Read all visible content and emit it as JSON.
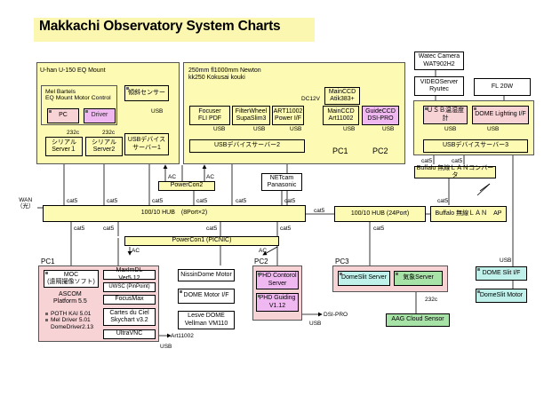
{
  "title": "Makkachi Observatory System Charts",
  "colors": {
    "yellow": "#fdfab4",
    "pink": "#f7d3d6",
    "magenta": "#f0b8f0",
    "cyan": "#bff0ea",
    "green": "#a7e3a7",
    "title_bar": "#fbf7b0"
  },
  "groups": {
    "mount": "U-han U-150 EQ Mount",
    "newton": "250mm fl1000mm Newton\nkk250 Kokusai kouki",
    "pc1": "PC1",
    "pc2": "PC2",
    "pc3": "PC3"
  },
  "boxes": {
    "motor_ctrl": "Mel Bartels\nEQ Mount Motor Control",
    "pc": "PC",
    "driver": "Driver",
    "serial1": "シリアル\nServer１",
    "serial2": "シリアル\nServer2",
    "tilt_sensor": "傾斜センサー",
    "usb_dev_server1": "USBデバイス\nサーバー1",
    "focuser": "Focuser\nFLI PDF",
    "filterwheel": "FilterWheel\nSupaSlim3",
    "art_power": "ART11002\nPower I/F",
    "main_ccd_atik": "MainCCD\nAtik383+",
    "main_ccd_art": "MainCCD\nArt11002",
    "guide_ccd": "GuideCCD\nDSI-PRO",
    "usb_dev_server2": "USBデバイスサーバー2",
    "watec": "Watec Camera\nWAT902H2",
    "videoserver": "VIDEOServer\nRyutec",
    "fl20w": "FL 20W",
    "usb_thermo": "ＵＳＢ温湿度計",
    "dome_lighting": "DOME Lighting I/F",
    "usb_dev_server3": "USBデバイスサーバー3",
    "buffalo_converter": "Buffalo 無線ＬＡＮコンバータ",
    "netcam": "NETcam\nPanasonic",
    "powercon2": "PowerCon2",
    "hub_8port": "100/10 HUB　(8Port×2)",
    "hub_24port": "100/10 HUB (24Port)",
    "buffalo_ap": "Buffalo 無線ＬＡＮ　AP",
    "powercon1": "PowerCon1 (PICNIC)",
    "moc": "MOC\n(遠隔撮像ソフト)",
    "ascom": "ASCOM\nPlatform 5.5",
    "pc1_drivers": "POTH KAI 5.01\nMel Driver 5.01\nDomeDriver2.13",
    "maximdl": "MaxImDL Ver5.12",
    "uwsc": "UWSC (PinPoint)",
    "focusmax": "FocusMax",
    "cartes": "Cartes du Ciel\nSkychart v3.2",
    "ultravnc": "UltraVNC",
    "nissin": "NissinDome Motor",
    "dome_motor_if": "DOME Motor I/F",
    "lesve": "Lesve DOME\nVellman VM110",
    "phd_server": "PHD Contorol\nServer",
    "phd_guiding": "PHD Guiding\nV1.12",
    "domeslit_server": "DomeSlit Server",
    "weather_server": "気象Server",
    "aag": "AAG Cloud Sensor",
    "dome_slit_if": "DOME Slit I/F",
    "domeslit_motor": "DomeSlit Motor"
  },
  "labels": {
    "pc1_out": "PC1",
    "pc2_out": "PC2",
    "dc12v": "DC12V",
    "wan": "WAN\n（光）",
    "art11002_out": "Art11002",
    "dsi_pro_out": "DSI-PRO",
    "rs232c": "232c",
    "usb": "USB",
    "cat5": "cat5",
    "ac": "AC"
  }
}
